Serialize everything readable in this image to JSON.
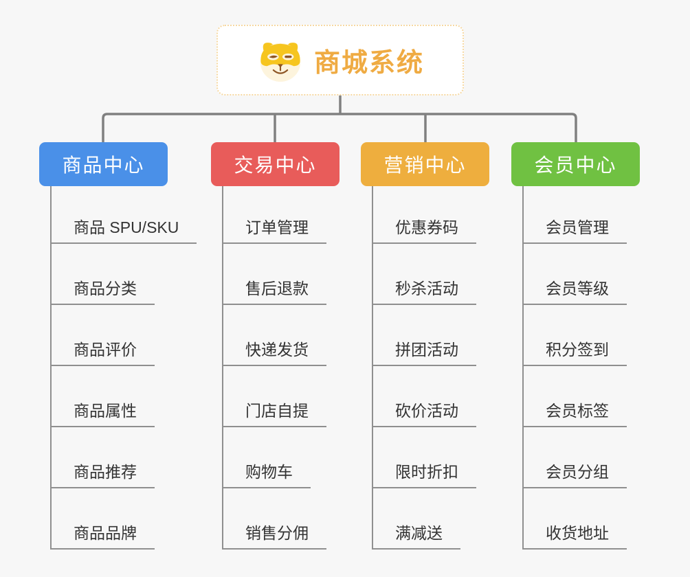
{
  "root": {
    "title": "商城系统",
    "icon": "doge-face",
    "accent_color": "#efab43",
    "border_color": "#f6d8a1",
    "background": "#ffffff"
  },
  "colors": {
    "canvas_background": "#f7f7f7",
    "connector_line": "#808080",
    "item_line": "#8f8f8f",
    "item_text": "#333333"
  },
  "branches": [
    {
      "label": "商品中心",
      "color": "#4a90e8",
      "items": [
        "商品 SPU/SKU",
        "商品分类",
        "商品评价",
        "商品属性",
        "商品推荐",
        "商品品牌"
      ]
    },
    {
      "label": "交易中心",
      "color": "#e85c5a",
      "items": [
        "订单管理",
        "售后退款",
        "快递发货",
        "门店自提",
        "购物车",
        "销售分佣"
      ]
    },
    {
      "label": "营销中心",
      "color": "#eeae3e",
      "items": [
        "优惠券码",
        "秒杀活动",
        "拼团活动",
        "砍价活动",
        "限时折扣",
        "满减送"
      ]
    },
    {
      "label": "会员中心",
      "color": "#70c142",
      "items": [
        "会员管理",
        "会员等级",
        "积分签到",
        "会员标签",
        "会员分组",
        "收货地址"
      ]
    }
  ]
}
